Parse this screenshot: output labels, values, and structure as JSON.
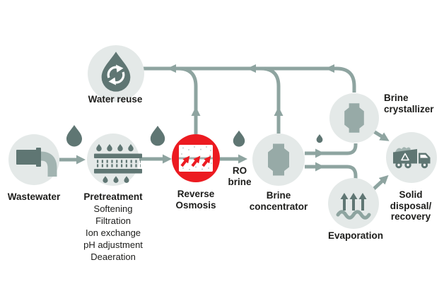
{
  "colors": {
    "circle_bg": "#e4e9e8",
    "line": "#8ea4a0",
    "icon_dark": "#5f7673",
    "icon_mid": "#a2b4b1",
    "vessel": "#97aaa7",
    "red": "#ec1b21",
    "text": "#1d1d1b"
  },
  "nodes": {
    "wastewater": {
      "label": "Wastewater"
    },
    "pretreatment": {
      "label": "Pretreatment",
      "sub": [
        "Softening",
        "Filtration",
        "Ion exchange",
        "pH adjustment",
        "Deaeration"
      ]
    },
    "water_reuse": {
      "label": "Water reuse"
    },
    "reverse_osmosis": {
      "label": "Reverse\nOsmosis"
    },
    "ro_brine": {
      "label": "RO\nbrine"
    },
    "brine_concentrator": {
      "label": "Brine\nconcentrator"
    },
    "brine_crystallizer": {
      "label": "Brine\ncrystallizer"
    },
    "evaporation": {
      "label": "Evaporation"
    },
    "solid_disposal": {
      "label": "Solid\ndisposal/\nrecovery"
    }
  }
}
